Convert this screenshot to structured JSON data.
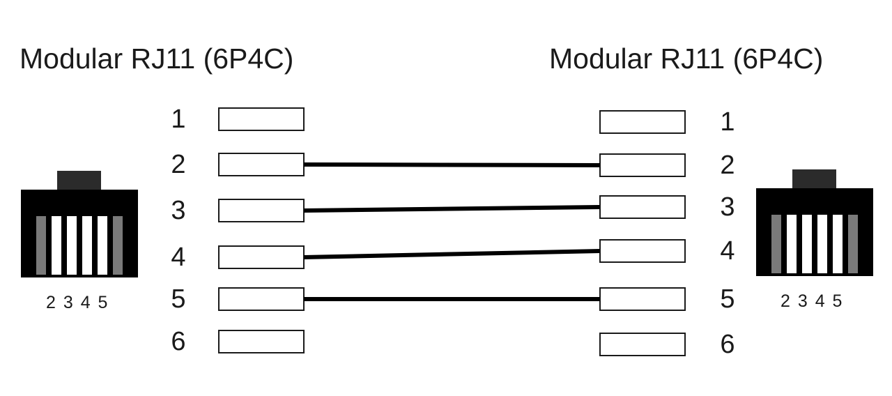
{
  "connectors": {
    "left": {
      "title": "Modular RJ11 (6P4C)",
      "pins": [
        "1",
        "2",
        "3",
        "4",
        "5",
        "6"
      ],
      "jack_label": "2 3 4 5"
    },
    "right": {
      "title": "Modular RJ11 (6P4C)",
      "pins": [
        "1",
        "2",
        "3",
        "4",
        "5",
        "6"
      ],
      "jack_label": "2 3 4 5"
    }
  },
  "wires": [
    {
      "from": "2",
      "to": "2"
    },
    {
      "from": "3",
      "to": "3"
    },
    {
      "from": "4",
      "to": "4"
    },
    {
      "from": "5",
      "to": "5"
    }
  ],
  "contacts": [
    "grey",
    "white",
    "white",
    "white",
    "white",
    "grey"
  ],
  "colors": {
    "line": "#000000",
    "tab": "#2b2b2b",
    "contact_inactive": "#7a7a7a"
  }
}
